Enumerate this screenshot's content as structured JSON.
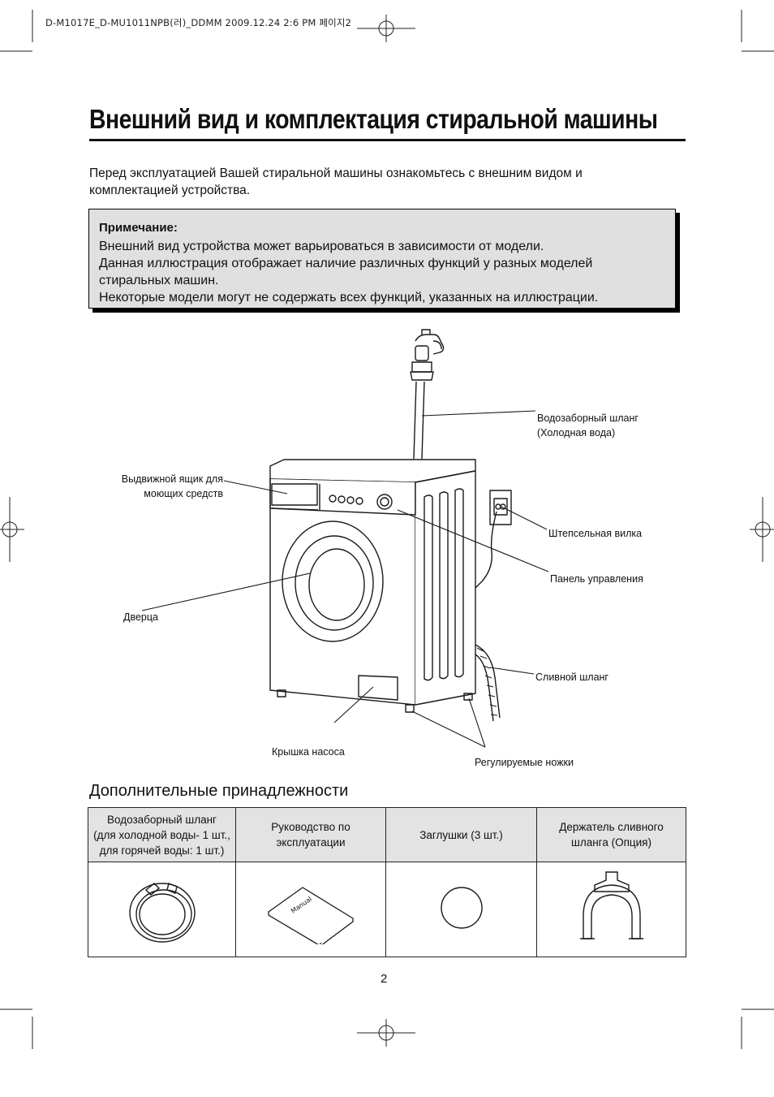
{
  "print_header": "D-M1017E_D-MU1011NPB(러)_DDMM  2009.12.24 2:6 PM 페이지2",
  "title": "Внешний вид и комплектация стиральной машины",
  "intro": "Перед эксплуатацией Вашей стиральной машины ознакомьтесь с внешним видом и комплектацией устройства.",
  "note": {
    "heading": "Примечание:",
    "lines": [
      "Внешний вид устройства может варьироваться в зависимости от модели.",
      "Данная иллюстрация отображает наличие различных функций у разных моделей",
      "стиральных машин.",
      "Некоторые модели могут не содержать всех функций, указанных на иллюстрации."
    ]
  },
  "diagram": {
    "labels": {
      "inlet_hose_1": "Водозаборный шланг",
      "inlet_hose_2": "(Холодная вода)",
      "detergent_drawer_1": "Выдвижной ящик для",
      "detergent_drawer_2": "моющих средств",
      "power_plug": "Штепсельная вилка",
      "control_panel": "Панель управления",
      "door": "Дверца",
      "drain_hose": "Сливной шланг",
      "pump_cover": "Крышка насоса",
      "adjustable_feet": "Регулируемые ножки"
    },
    "manual_cover_text": "Manual"
  },
  "accessories": {
    "heading": "Дополнительные принадлежности",
    "columns": [
      {
        "line1": "Водозаборный шланг",
        "line2": "(для холодной воды- 1 шт.,",
        "line3": "для горячей воды: 1 шт.)",
        "icon": "hose-coil-icon"
      },
      {
        "line1": "Руководство по",
        "line2": "эксплуатации",
        "line3": "",
        "icon": "manual-booklet-icon"
      },
      {
        "line1": "Заглушки (3 шт.)",
        "line2": "",
        "line3": "",
        "icon": "cap-icon"
      },
      {
        "line1": "Держатель сливного",
        "line2": "шланга (Опция)",
        "line3": "",
        "icon": "hose-holder-icon"
      }
    ]
  },
  "page_number": "2"
}
